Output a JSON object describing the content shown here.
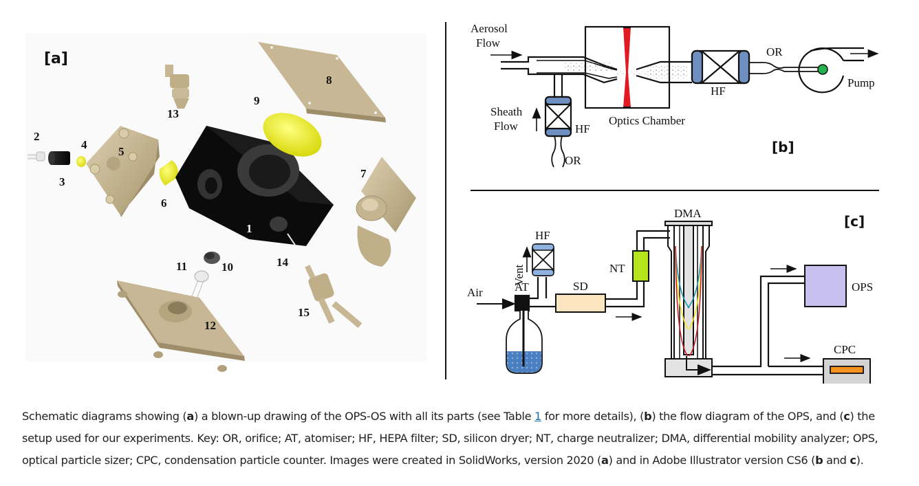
{
  "figure": {
    "panel_a": {
      "label": "[a]",
      "part_numbers": [
        "1",
        "2",
        "3",
        "4",
        "5",
        "6",
        "7",
        "8",
        "9",
        "10",
        "11",
        "12",
        "13",
        "14",
        "15"
      ]
    },
    "panel_b": {
      "label": "[b]",
      "aerosol_flow": [
        "Aerosol",
        "Flow"
      ],
      "sheath_flow": [
        "Sheath",
        "Flow"
      ],
      "hf_left": "HF",
      "or_bottom": "OR",
      "optics_chamber": "Optics Chamber",
      "hf_right": "HF",
      "or_right": "OR",
      "pump": "Pump"
    },
    "panel_c": {
      "label": "[c]",
      "hf": "HF",
      "vent": "Vent",
      "air": "Air",
      "at": "AT",
      "sd": "SD",
      "nt": "NT",
      "dma": "DMA",
      "ops": "OPS",
      "cpc": "CPC"
    },
    "colors": {
      "part_tan": "#c9b996",
      "part_black": "#111111",
      "part_yellow": "#f2f200",
      "filter_blue": "#6e8fbf",
      "laser_red": "#e01b24",
      "pump_green": "#22b14c",
      "sd_cream": "#fbe5c0",
      "nt_green": "#b5e61d",
      "ops_lavender": "#c8c0ee",
      "cpc_gray": "#d4d4d4",
      "cpc_orange": "#f7931e",
      "traj_red": "#c8202a",
      "traj_blue": "#1b94b4",
      "traj_yellow": "#f5e41a"
    }
  },
  "caption": {
    "segments": [
      {
        "t": "Schematic diagrams showing ("
      },
      {
        "t": "a",
        "b": true
      },
      {
        "t": ") a blown-up drawing of the OPS-OS with all its parts (see Table "
      },
      {
        "t": "1",
        "link": true
      },
      {
        "t": " for more details), ("
      },
      {
        "t": "b",
        "b": true
      },
      {
        "t": ") the flow diagram of the OPS, and ("
      },
      {
        "t": "c",
        "b": true
      },
      {
        "t": ") the setup used for our experiments. Key: OR, orifice; AT, atomiser; HF, HEPA filter; SD, silicon dryer; NT, charge neutralizer; DMA, differential mobility analyzer; OPS, optical particle sizer; CPC, condensation particle counter. Images were created in SolidWorks, version 2020 ("
      },
      {
        "t": "a",
        "b": true
      },
      {
        "t": ") and in Adobe Illustrator version CS6 ("
      },
      {
        "t": "b",
        "b": true
      },
      {
        "t": " and "
      },
      {
        "t": "c",
        "b": true
      },
      {
        "t": ")."
      }
    ]
  }
}
